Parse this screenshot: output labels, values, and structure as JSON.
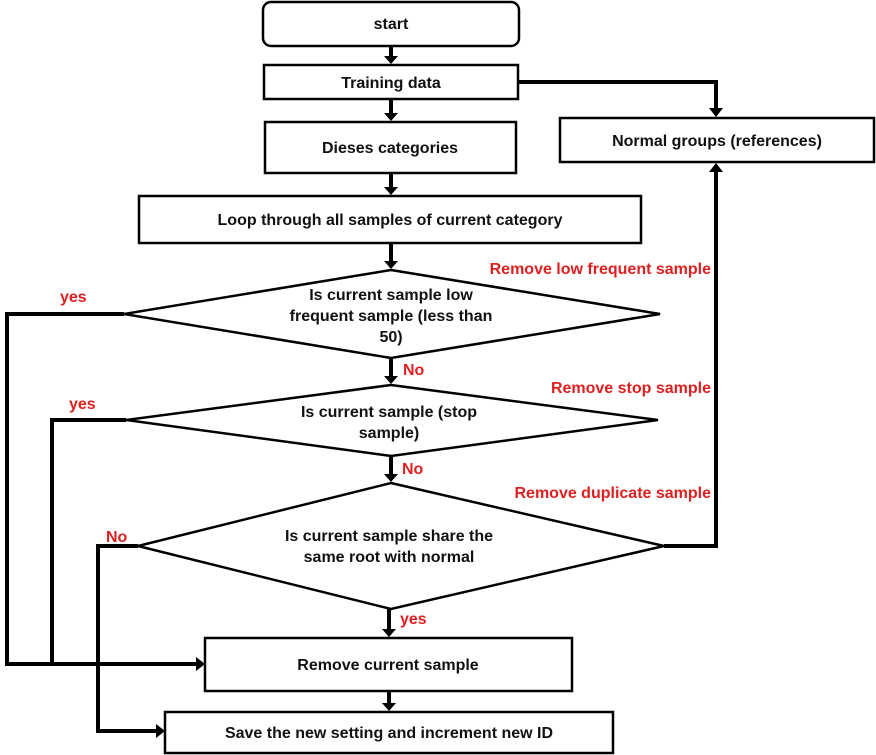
{
  "nodes": {
    "start": "start",
    "training_data": "Training data",
    "dieses_categories": "Dieses categories",
    "normal_groups": "Normal groups (references)",
    "loop": "Loop through all samples of current category",
    "decision_low_frequent": [
      "Is current  sample low",
      "frequent sample (less than",
      "50)"
    ],
    "decision_stop": [
      "Is current  sample (stop",
      "sample)"
    ],
    "decision_root": [
      "Is current  sample share the",
      "same root with normal"
    ],
    "remove_sample": "Remove current sample",
    "save_setting": "Save the new setting and increment new ID"
  },
  "labels": {
    "remove_low_frequent": "Remove low frequent sample",
    "remove_stop": "Remove stop sample",
    "remove_duplicate": "Remove duplicate sample",
    "yes_low_frequent": "yes",
    "no_low_frequent": "No",
    "yes_stop": "yes",
    "no_stop": "No",
    "no_root": "No",
    "yes_root": "yes"
  },
  "colors": {
    "line": "#000000",
    "label": "#e02020",
    "text": "#111111"
  }
}
